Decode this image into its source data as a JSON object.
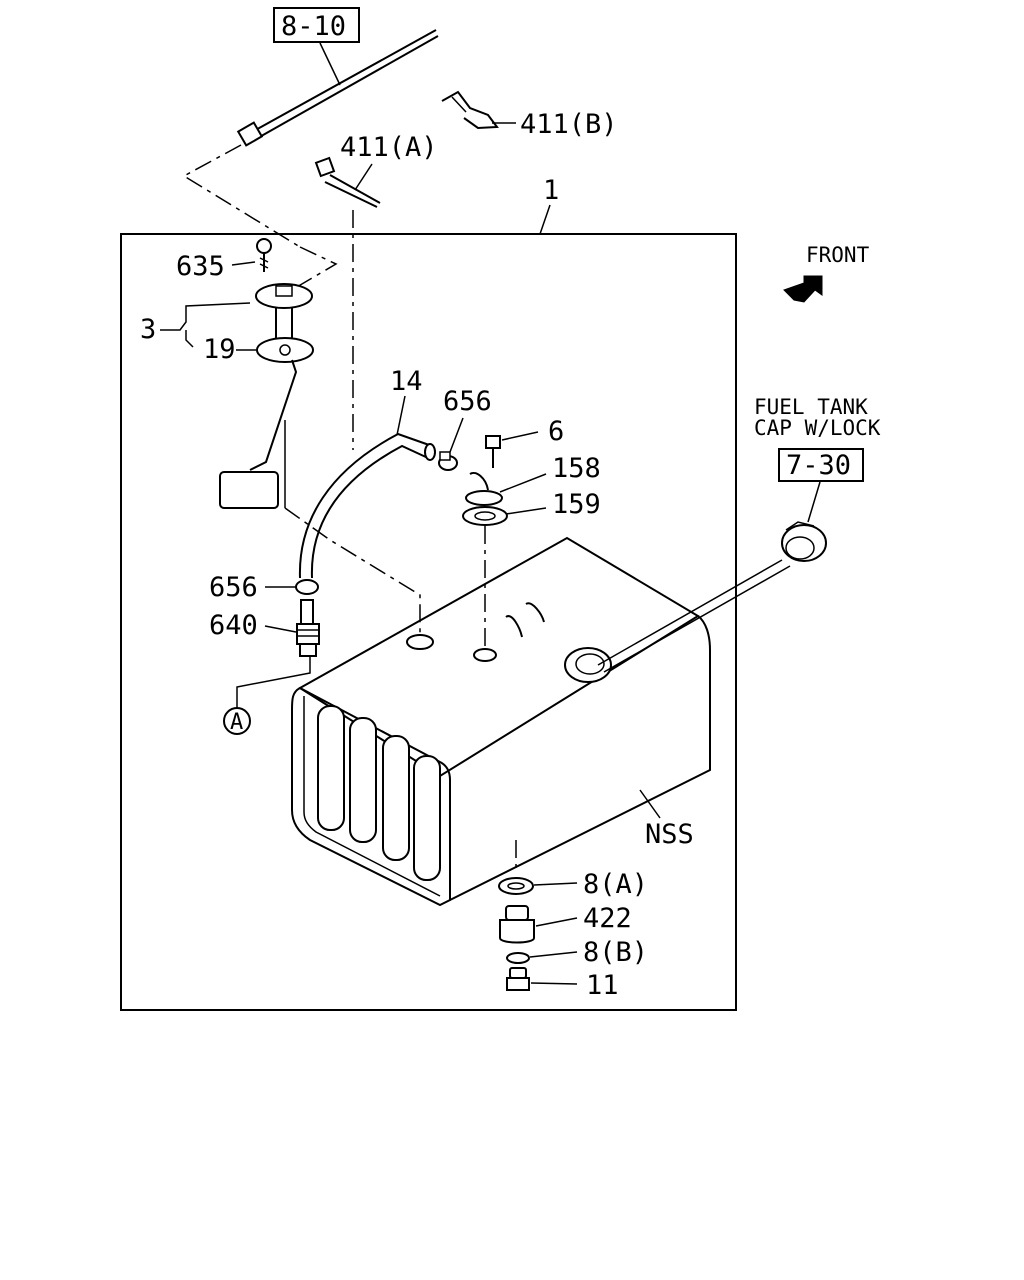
{
  "refs": {
    "ref_8_10": "8-10",
    "ref_7_30": "7-30"
  },
  "callouts": {
    "p411b": "411(B)",
    "p411a": "411(A)",
    "p1": "1",
    "p635": "635",
    "p3": "3",
    "p19": "19",
    "p14": "14",
    "p656_top": "656",
    "p6": "6",
    "p158": "158",
    "p159": "159",
    "p656_left": "656",
    "p640": "640",
    "circleA": "A",
    "nss": "NSS",
    "p8a": "8(A)",
    "p422": "422",
    "p8b": "8(B)",
    "p11": "11"
  },
  "direction": {
    "label": "FRONT"
  },
  "cap_note": {
    "line1": "FUEL TANK",
    "line2": "CAP W/LOCK"
  },
  "icons": [
    "front-arrow-icon",
    "circled-a-symbol"
  ]
}
